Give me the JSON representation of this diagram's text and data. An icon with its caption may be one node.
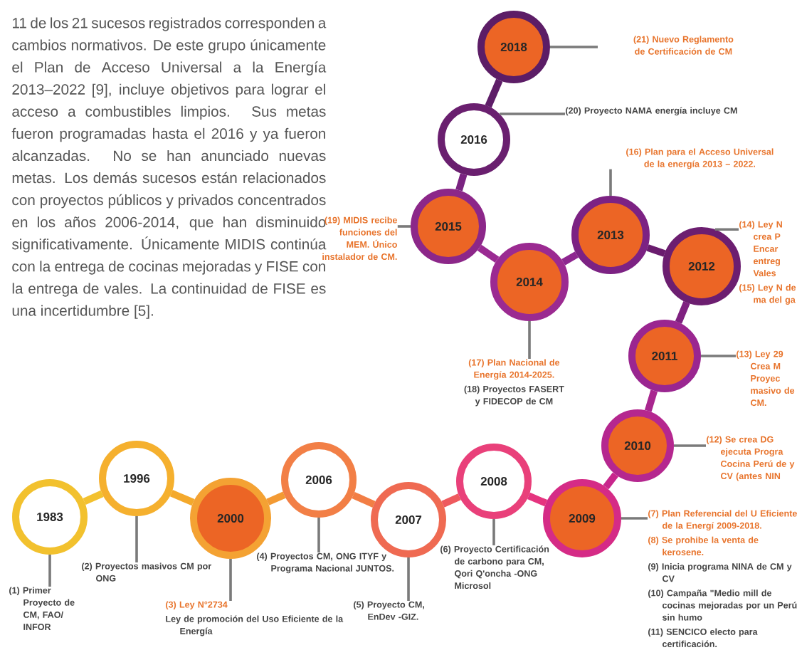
{
  "diagram": {
    "nodes": [
      {
        "text": [
          "1983"
        ]
      },
      {
        "text": [
          "1996"
        ]
      },
      {
        "text": [
          "2000"
        ]
      },
      {
        "text": [
          "2006"
        ]
      },
      {
        "text": [
          "2007"
        ]
      },
      {
        "text": [
          "2008"
        ]
      },
      {
        "text": [
          "2009"
        ]
      },
      {
        "text": [
          "2010"
        ]
      },
      {
        "text": [
          "2011"
        ]
      },
      {
        "text": [
          "2012"
        ]
      },
      {
        "text": [
          "2013"
        ]
      },
      {
        "text": [
          "2014"
        ]
      },
      {
        "text": [
          "2015"
        ]
      },
      {
        "text": [
          "2016"
        ]
      },
      {
        "text": [
          "2018"
        ]
      },
      {
        "text": [
          "(1) Primer Proyecto de CM, FAO/ INFOR"
        ]
      },
      {
        "text": [
          "(2) Proyectos masivos CM por ONG"
        ]
      },
      {
        "text": [
          "(3) Ley N°2734",
          "Ley de promoción del Uso Eficiente de la Energía"
        ]
      },
      {
        "text": [
          "(4) Proyectos CM, ONG ITYF y Programa Nacional JUNTOS."
        ]
      },
      {
        "text": [
          "(5) Proyecto CM, EnDev -GIZ."
        ]
      },
      {
        "text": [
          "(6) Proyecto Certificación de carbono para CM, Qori Q'oncha -ONG Microsol"
        ]
      },
      {
        "text": [
          "(7) Plan Referencial del U Eficiente de la Energí 2009-2018.",
          "(8) Se prohibe la venta de kerosene.",
          "(9) Inicia programa NINA de CM y CV",
          "(10) Campaña \"Medio mill de cocinas mejoradas por un Perú sin humo",
          "(11) SENCICO electo para certificación."
        ]
      },
      {
        "text": [
          "(12) Se crea DG ejecuta Progra Cocina Perú de y CV (antes NIN"
        ]
      },
      {
        "text": [
          "(13) Ley 29 Crea M Proyec masivo de CM."
        ]
      },
      {
        "text": [
          "(14) Ley N crea P Encar entreg Vales",
          "(15) Ley N de ma del ga"
        ]
      },
      {
        "text": [
          "(16) Plan para el Acceso Universal de la energía 2013 – 2022."
        ]
      },
      {
        "text": [
          "(17) Plan Nacional de Energía 2014-2025.",
          "(18) Proyectos FASERT y FIDECOP de CM"
        ]
      },
      {
        "text": [
          "(19) MIDIS recibe funciones del MEM. Único instalador de CM."
        ]
      },
      {
        "text": [
          "(20) Proyecto NAMA energía incluye CM"
        ]
      },
      {
        "text": [
          "(21) Nuevo Reglamento de Certificación de CM"
        ]
      }
    ],
    "edges": [
      {
        "from": 0,
        "to": 1,
        "arrow": "none",
        "style": "thick",
        "color": "#f3c12f"
      },
      {
        "from": 1,
        "to": 2,
        "arrow": "none",
        "style": "thick",
        "color": "#f4a92c"
      },
      {
        "from": 2,
        "to": 3,
        "arrow": "none",
        "style": "thick",
        "color": "#f39a33"
      },
      {
        "from": 3,
        "to": 4,
        "arrow": "none",
        "style": "thick",
        "color": "#f27e45"
      },
      {
        "from": 4,
        "to": 5,
        "arrow": "none",
        "style": "thick",
        "color": "#ee5a5e"
      },
      {
        "from": 5,
        "to": 6,
        "arrow": "none",
        "style": "thick",
        "color": "#e5347f"
      },
      {
        "from": 6,
        "to": 7,
        "arrow": "none",
        "style": "thick",
        "color": "#c8268c"
      },
      {
        "from": 7,
        "to": 8,
        "arrow": "none",
        "style": "thick",
        "color": "#a9268f"
      },
      {
        "from": 8,
        "to": 9,
        "arrow": "none",
        "style": "thick",
        "color": "#7f2180"
      },
      {
        "from": 9,
        "to": 10,
        "arrow": "none",
        "style": "thick",
        "color": "#6a1c6e"
      },
      {
        "from": 10,
        "to": 11,
        "arrow": "none",
        "style": "thick",
        "color": "#8e2690"
      },
      {
        "from": 11,
        "to": 12,
        "arrow": "none",
        "style": "thick",
        "color": "#9a2a92"
      },
      {
        "from": 12,
        "to": 13,
        "arrow": "none",
        "style": "thick",
        "color": "#7a2381"
      },
      {
        "from": 13,
        "to": 14,
        "arrow": "none",
        "style": "thick",
        "color": "#5e1d68"
      },
      {
        "from": 0,
        "to": 15,
        "arrow": "none"
      },
      {
        "from": 1,
        "to": 16,
        "arrow": "none"
      },
      {
        "from": 2,
        "to": 17,
        "arrow": "none"
      },
      {
        "from": 3,
        "to": 18,
        "arrow": "none"
      },
      {
        "from": 4,
        "to": 19,
        "arrow": "none"
      },
      {
        "from": 5,
        "to": 20,
        "arrow": "none"
      },
      {
        "from": 6,
        "to": 21,
        "arrow": "none"
      },
      {
        "from": 7,
        "to": 22,
        "arrow": "none"
      },
      {
        "from": 8,
        "to": 23,
        "arrow": "none"
      },
      {
        "from": 9,
        "to": 24,
        "arrow": "none"
      },
      {
        "from": 10,
        "to": 25,
        "arrow": "none"
      },
      {
        "from": 11,
        "to": 26,
        "arrow": "none"
      },
      {
        "from": 12,
        "to": 27,
        "arrow": "none"
      },
      {
        "from": 13,
        "to": 28,
        "arrow": "none"
      },
      {
        "from": 14,
        "to": 29,
        "arrow": "none"
      }
    ],
    "labels": [
      "11 de los 21 sucesos registrados corresponden a cambios normativos. De este grupo únicamente el Plan de Acceso Universal a la Energía 2013–2022 [9], incluye objetivos para lograr el acceso a combustibles limpios. Sus metas fueron programadas hasta el 2016 y ya fueron alcanzadas. No se han anunciado nuevas metas. Los demás sucesos están relacionados con proyectos públicos y privados concentrados en los años 2006-2014, que han disminuido significativamente. Únicamente MIDIS continúa con la entrega de cocinas mejoradas y FISE con la entrega de vales. La continuidad de FISE es una incertidumbre [5]."
    ]
  }
}
